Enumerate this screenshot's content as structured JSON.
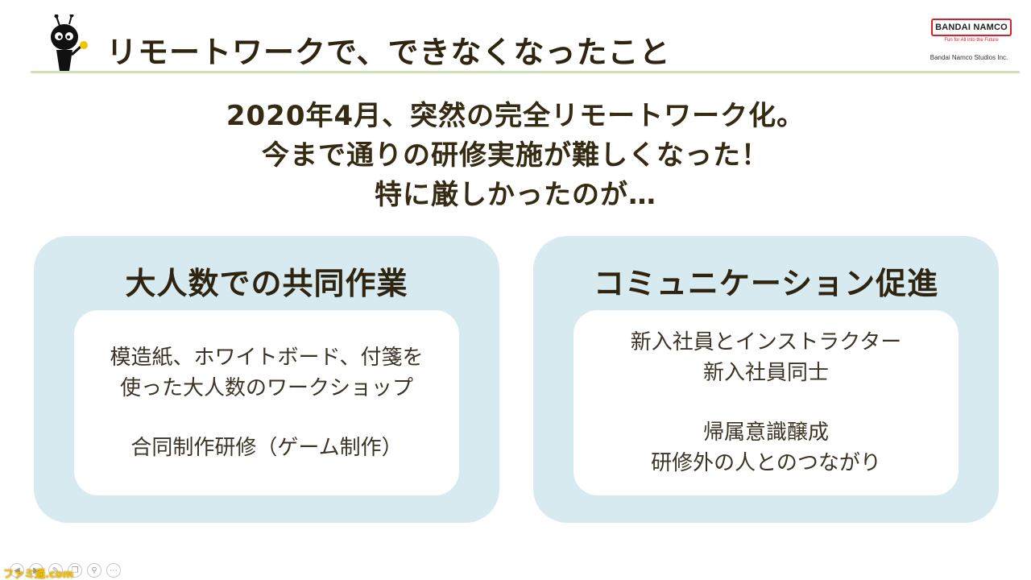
{
  "header": {
    "title": "リモートワークで、できなくなったこと",
    "logo_text": "BANDAI NAMCO",
    "logo_tagline": "Fun for All into the Future",
    "company": "Bandai Namco Studios Inc."
  },
  "headline": {
    "lines": [
      "2020年4月、突然の完全リモートワーク化。",
      "今まで通りの研修実施が難しくなった！",
      "特に厳しかったのが…"
    ]
  },
  "cards": [
    {
      "heading": "大人数での共同作業",
      "lines": [
        "模造紙、ホワイトボード、付箋を",
        "使った大人数のワークショップ",
        "合同制作研修（ゲーム制作）"
      ]
    },
    {
      "heading": "コミュニケーション促進",
      "lines": [
        "新入社員とインストラクター",
        "新入社員同士",
        "帰属意識醸成",
        "研修外の人とのつながり"
      ]
    }
  ],
  "toolbar": {
    "icons": [
      "previous-icon",
      "next-icon",
      "pen-icon",
      "copy-icon",
      "zoom-icon",
      "more-icon"
    ],
    "watermark": "ファミ通.com"
  },
  "colors": {
    "card_background": "#d7eaf0",
    "header_rule": "#cfe2b8",
    "logo_red": "#d8202a",
    "text_dark": "#2e2410"
  }
}
